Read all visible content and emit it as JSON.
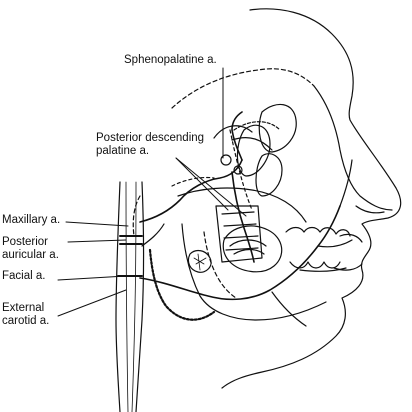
{
  "diagram": {
    "ink_color": "#111111",
    "labels": {
      "sphenopalatine": "Sphenopalatine a.",
      "posterior_descending": {
        "line1": "Posterior descending",
        "line2": "palatine a."
      },
      "maxillary": "Maxillary a.",
      "posterior_auricular": {
        "line1": "Posterior",
        "line2": "auricular a."
      },
      "facial": "Facial a.",
      "external_carotid": {
        "line1": "External",
        "line2": "carotid a."
      }
    }
  }
}
